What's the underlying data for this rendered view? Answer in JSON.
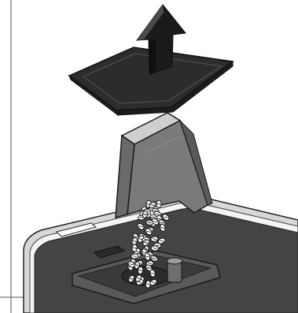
{
  "figure": {
    "background": "#ffffff",
    "palette": {
      "line": "#1a1a1a",
      "dark_fill": "#3a3a3a",
      "medium_fill": "#6b6b6b",
      "light_fill": "#9a9a9a",
      "pale_fill": "#d9d9d9",
      "arrow_fill": "#1a1a1a"
    },
    "parts": {
      "lid": "bean-container-lid",
      "arrow": "lift-up-arrow-icon",
      "bag": "coffee-bean-bag",
      "beans": "coffee-beans",
      "machine": "coffee-machine-top",
      "hopper": "bean-hopper"
    },
    "bean_count": 60
  }
}
